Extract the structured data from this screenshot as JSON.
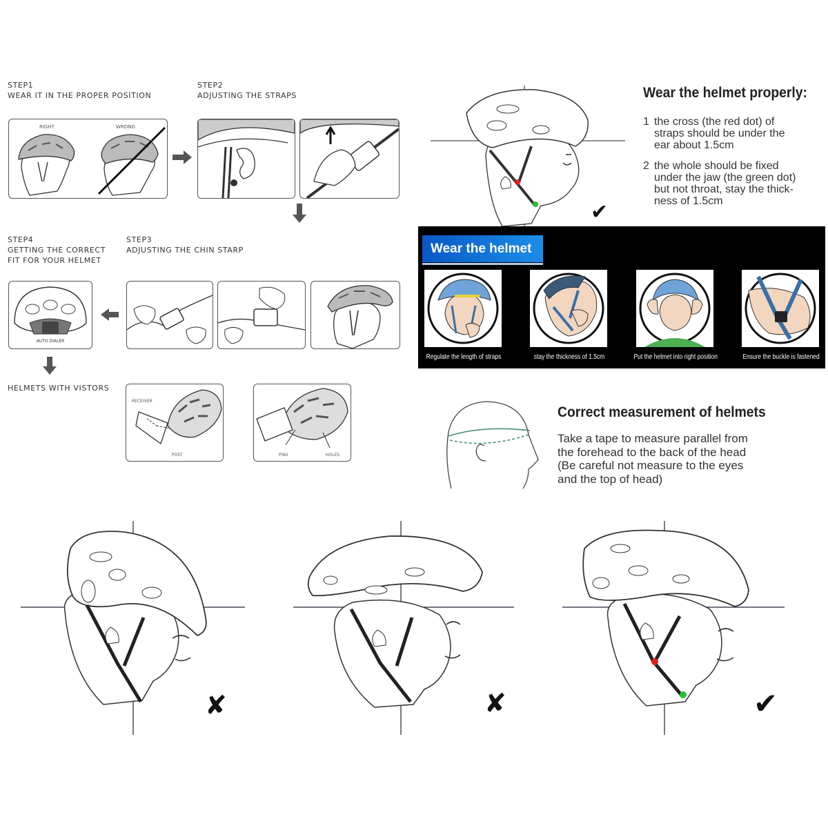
{
  "steps": {
    "step1": {
      "number": "STEP1",
      "title": "WEAR IT IN THE PROPER POSITION",
      "right_label": "RIGHT",
      "wrong_label": "WRONG"
    },
    "step2": {
      "number": "STEP2",
      "title": "ADJUSTING THE STRAPS"
    },
    "step3": {
      "number": "STEP3",
      "title": "ADJUSTING THE CHIN STARP"
    },
    "step4": {
      "number": "STEP4",
      "title_line1": "GETTING THE CORRECT",
      "title_line2": "FIT FOR YOUR HELMET",
      "dial_label": "AUTO DIALER"
    },
    "visors": {
      "title": "HELMETS WITH VISTORS",
      "receiver": "RECEIVER",
      "post": "POST",
      "pins": "PINS",
      "holes": "HOLES"
    }
  },
  "wear_properly": {
    "title": "Wear the helmet properly:",
    "items": [
      {
        "number": "1",
        "line1": "the cross (the red dot) of",
        "line2": "straps should be under the",
        "line3": "ear about 1.5cm",
        "line4": ""
      },
      {
        "number": "2",
        "line1": "the whole should be fixed",
        "line2": "under the jaw (the green dot)",
        "line3": "but not throat, stay the thick-",
        "line4": "ness of 1.5cm"
      }
    ]
  },
  "wear_helmet_panel": {
    "banner": "Wear the helmet",
    "captions": [
      "Regulate the length of straps",
      "stay the thickness of 1.5cm",
      "Put the helmet into right position",
      "Ensure the buckle is fastened"
    ]
  },
  "measurement": {
    "title": "Correct measurement of helmets",
    "line1": "Take a tape to measure parallel from",
    "line2": "the forehead to the back of the head",
    "line3": "(Be careful not measure to the eyes",
    "line4": "and the top of head)"
  },
  "marks": {
    "cross": "✘",
    "check": "✔"
  },
  "colors": {
    "red_dot": "#e02020",
    "green_dot": "#22c030",
    "banner_blue": "#0a58c6",
    "strap_blue": "#3a6fa8"
  }
}
